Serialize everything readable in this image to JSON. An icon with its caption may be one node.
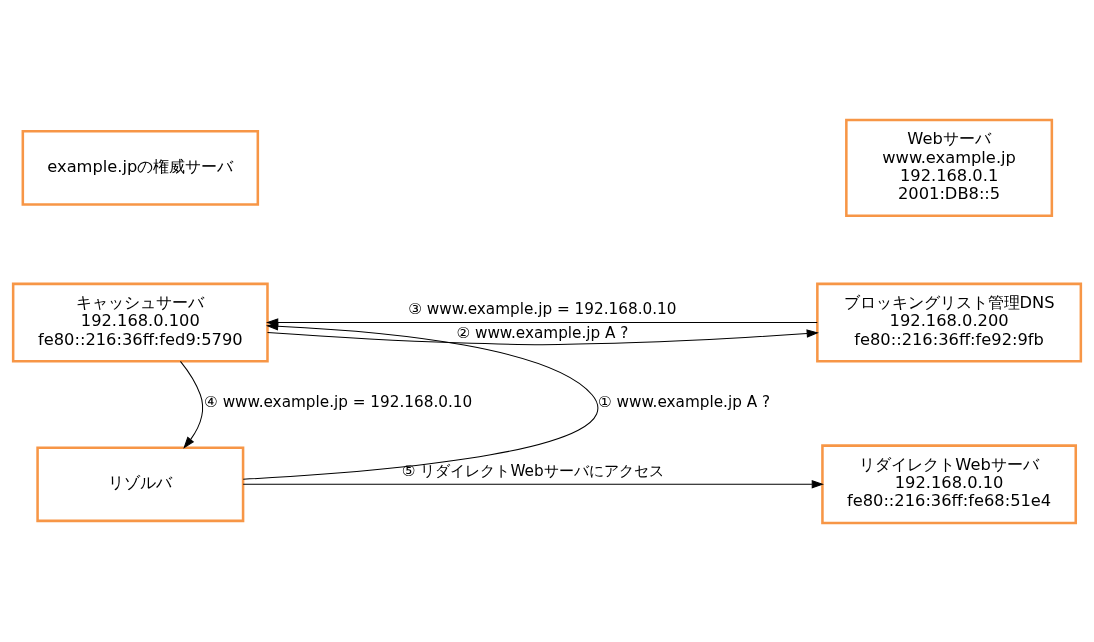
{
  "diagram": {
    "nodes": [
      {
        "text": [
          "example.jpの権威サーバ"
        ]
      },
      {
        "text": [
          "Webサーバ",
          "www.example.jp",
          "192.168.0.1",
          "2001:DB8::5"
        ]
      },
      {
        "text": [
          "キャッシュサーバ",
          "192.168.0.100",
          "fe80::216:36ff:fed9:5790"
        ]
      },
      {
        "text": [
          "ブロッキングリスト管理DNS",
          "192.168.0.200",
          "fe80::216:36ff:fe92:9fb"
        ]
      },
      {
        "text": [
          "リゾルバ"
        ]
      },
      {
        "text": [
          "リダイレクトWebサーバ",
          "192.168.0.10",
          "fe80::216:36ff:fe68:51e4"
        ]
      }
    ],
    "edges": [
      {
        "from": 2,
        "to": 3,
        "arrow": "to",
        "label": "② www.example.jp A ?"
      },
      {
        "from": 3,
        "to": 2,
        "arrow": "to",
        "label": "③ www.example.jp = 192.168.0.10"
      },
      {
        "from": 4,
        "to": 2,
        "arrow": "to",
        "label": "① www.example.jp A ?"
      },
      {
        "from": 2,
        "to": 4,
        "arrow": "to",
        "label": "④ www.example.jp = 192.168.0.10"
      },
      {
        "from": 4,
        "to": 5,
        "arrow": "to",
        "label": "⑤ リダイレクトWebサーバにアクセス"
      }
    ]
  }
}
